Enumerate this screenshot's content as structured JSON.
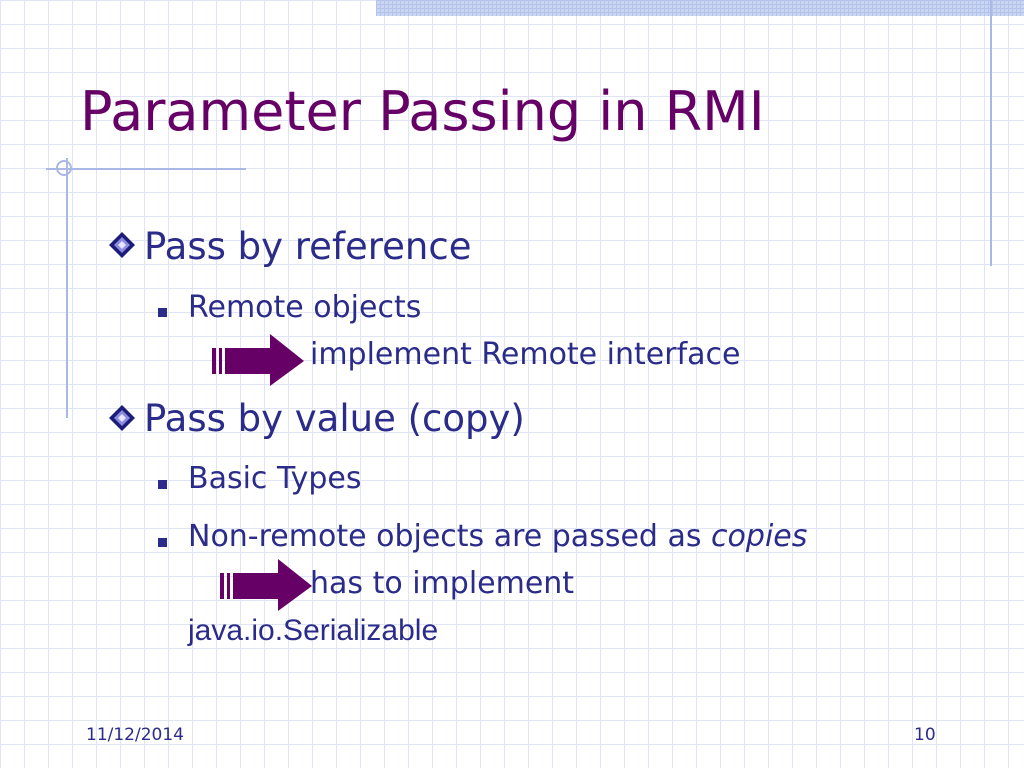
{
  "slide": {
    "title": "Parameter Passing in RMI",
    "bullets": [
      {
        "text": "Pass by reference",
        "sub": [
          {
            "text": "Remote objects",
            "continuation": "implement Remote interface"
          }
        ]
      },
      {
        "text": "Pass by value (copy)",
        "sub": [
          {
            "text": "Basic Types"
          },
          {
            "text": "Non-remote objects are passed as ",
            "emphasis": "copies",
            "continuation": "has to implement",
            "continuation2": "java.io.Serializable"
          }
        ]
      }
    ],
    "footer": {
      "date": "11/12/2014",
      "page": "10"
    }
  },
  "icons": {
    "l1_bullet": "diamond-bullet-icon",
    "l2_bullet": "square-bullet-icon",
    "arrow": "right-arrow-icon"
  },
  "colors": {
    "title": "#660066",
    "body_text": "#2b2b8a",
    "arrow_fill": "#660066",
    "grid": "#dfe5f5",
    "accent_lines": "#a9b8e4"
  }
}
